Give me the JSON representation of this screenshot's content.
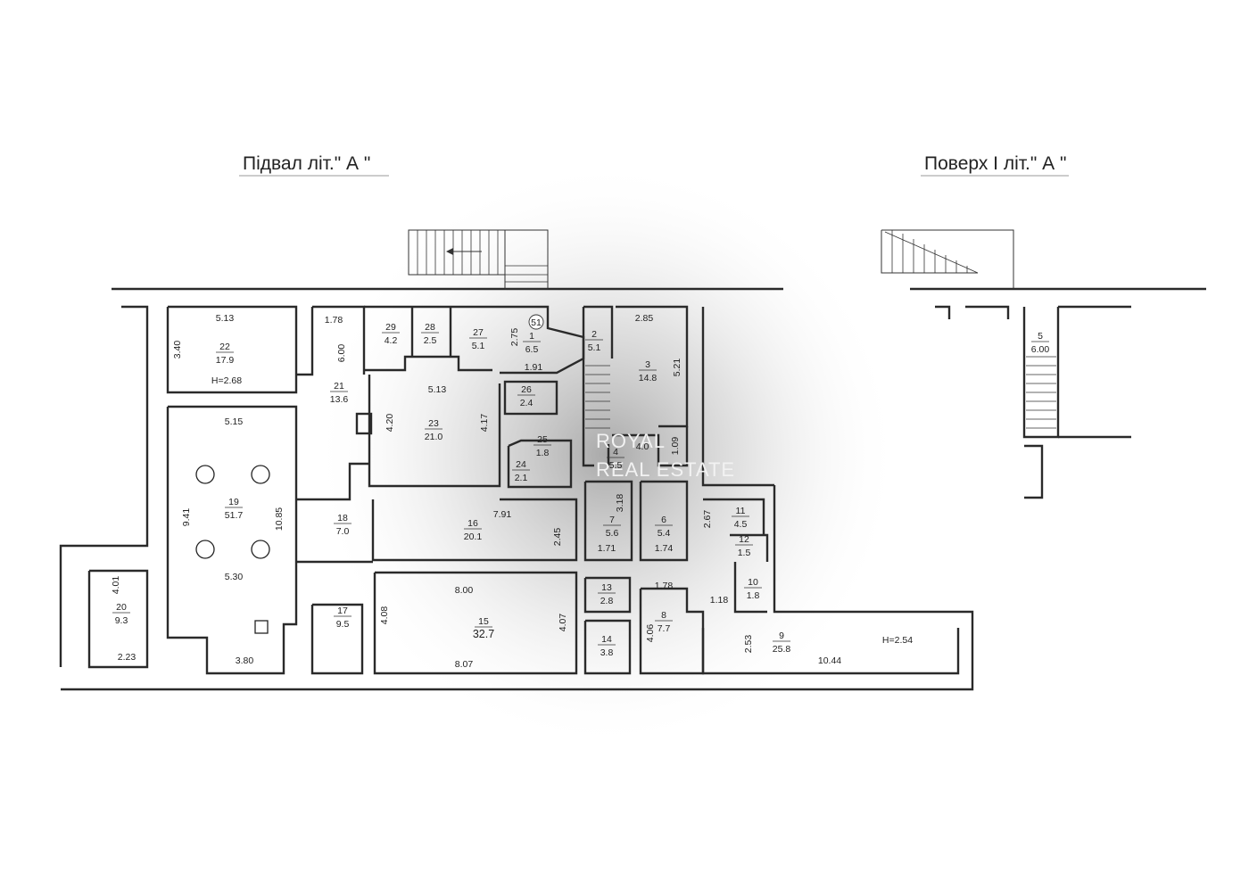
{
  "titles": {
    "basement": "Підвал  літ.\" А \"",
    "floor1": "Поверх І  літ.\" А \""
  },
  "watermark": {
    "line1": "ROYAL",
    "line2": "REAL ESTATE"
  },
  "basement_rooms": [
    {
      "num": "22",
      "area": "17.9"
    },
    {
      "num": "21",
      "area": "13.6"
    },
    {
      "num": "29",
      "area": "4.2"
    },
    {
      "num": "28",
      "area": "2.5"
    },
    {
      "num": "27",
      "area": "5.1"
    },
    {
      "num": "1",
      "area": "6.5"
    },
    {
      "num": "2",
      "area": "5.1"
    },
    {
      "num": "3",
      "area": "14.8"
    },
    {
      "num": "26",
      "area": "2.4"
    },
    {
      "num": "23",
      "area": "21.0"
    },
    {
      "num": "25",
      "area": "1.8"
    },
    {
      "num": "24",
      "area": "2.1"
    },
    {
      "num": "4",
      "area": "5.5"
    },
    {
      "num": "19",
      "area": "51.7"
    },
    {
      "num": "18",
      "area": "7.0"
    },
    {
      "num": "16",
      "area": "20.1"
    },
    {
      "num": "7",
      "area": "5.6"
    },
    {
      "num": "6",
      "area": "5.4"
    },
    {
      "num": "11",
      "area": "4.5"
    },
    {
      "num": "12",
      "area": "1.5"
    },
    {
      "num": "10",
      "area": "1.8"
    },
    {
      "num": "20",
      "area": "9.3"
    },
    {
      "num": "17",
      "area": "9.5"
    },
    {
      "num": "15",
      "area": "32.7"
    },
    {
      "num": "13",
      "area": "2.8"
    },
    {
      "num": "14",
      "area": "3.8"
    },
    {
      "num": "8",
      "area": "7.7"
    },
    {
      "num": "9",
      "area": "25.8"
    }
  ],
  "floor1_rooms": [
    {
      "num": "5",
      "area": "6.00"
    }
  ],
  "stair_marker": "51",
  "heights": [
    "H=2.68",
    "H=2.54"
  ],
  "dimensions": [
    "5.13",
    "3.40",
    "1.78",
    "6.00",
    "2.75",
    "1.91",
    "2.85",
    "5.21",
    "5.13",
    "4.20",
    "4.17",
    "5.15",
    "1.09",
    "4.0",
    "9.41",
    "10.85",
    "7.91",
    "2.45",
    "3.18",
    "1.71",
    "1.74",
    "2.67",
    "4.01",
    "5.30",
    "8.00",
    "1.78",
    "1.18",
    "4.08",
    "4.07",
    "4.06",
    "2.53",
    "10.44",
    "2.23",
    "3.80",
    "8.07"
  ]
}
